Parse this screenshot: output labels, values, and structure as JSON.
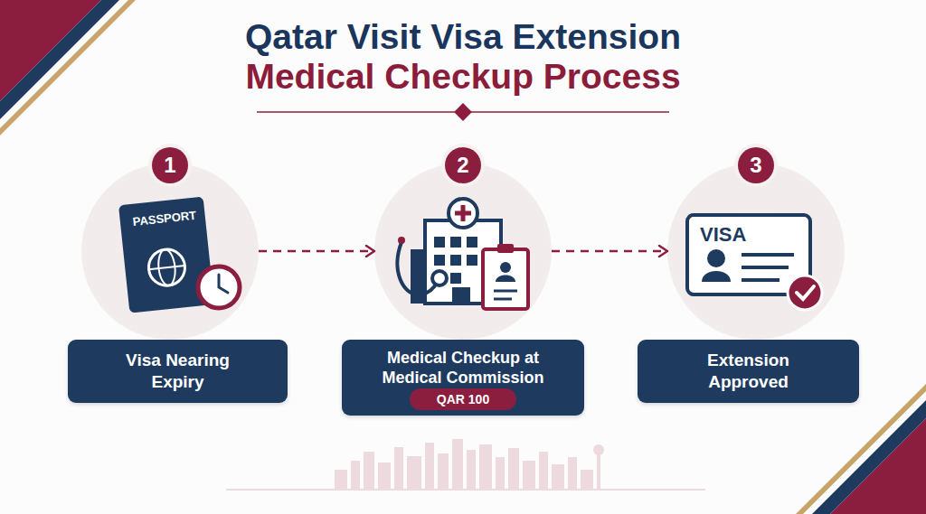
{
  "diagram": {
    "title": "Qatar Visit Visa Extension",
    "nodes": [
      {
        "text": [
          "1"
        ]
      },
      {
        "text": [
          "Visa Nearing Expiry"
        ]
      },
      {
        "text": [
          "2"
        ]
      },
      {
        "text": [
          "Medical Checkup at Medical Commission"
        ]
      },
      {
        "text": [
          "QAR 100"
        ],
        "in": 3
      },
      {
        "text": [
          "3"
        ]
      },
      {
        "text": [
          "Extension Approved"
        ]
      }
    ],
    "edges": [
      {
        "from": 0,
        "to": 2,
        "arrow": "to"
      },
      {
        "from": 2,
        "to": 5,
        "arrow": "to"
      }
    ],
    "labels": [
      "Medical Checkup Process",
      "PASSPORT",
      "VISA"
    ]
  }
}
